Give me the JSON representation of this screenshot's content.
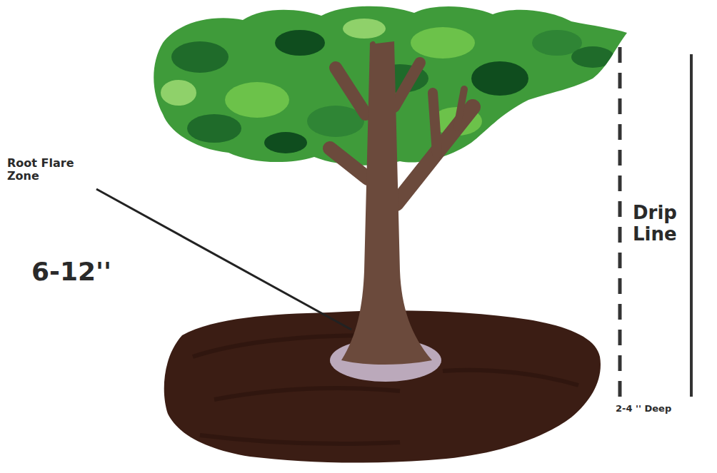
{
  "diagram": {
    "labels": [
      "Root Flare Zone",
      "6-12''",
      "Drip Line",
      "2-4 '' Deep"
    ]
  }
}
